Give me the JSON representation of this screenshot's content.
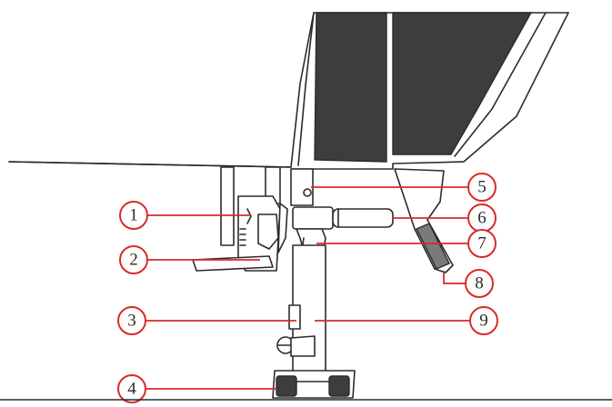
{
  "callouts": {
    "c1": "1",
    "c2": "2",
    "c3": "3",
    "c4": "4",
    "c5": "5",
    "c6": "6",
    "c7": "7",
    "c8": "8",
    "c9": "9"
  },
  "colors": {
    "callout_red": "#d92a2a",
    "line_dark": "#2b2b2b",
    "panel_dark": "#3d3d3d"
  }
}
